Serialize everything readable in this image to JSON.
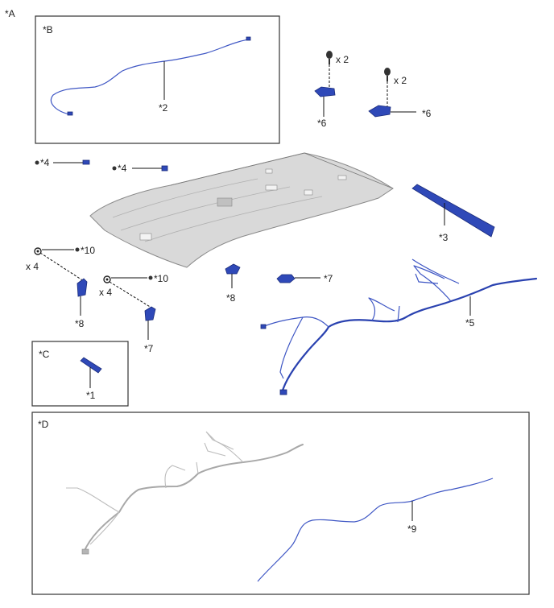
{
  "labels": {
    "A": "*A",
    "B": "*B",
    "C": "*C",
    "D": "*D",
    "c1": "*1",
    "c2": "*2",
    "c3": "*3",
    "c4": "*4",
    "c5": "*5",
    "c6": "*6",
    "c7": "*7",
    "c8": "*8",
    "c9": "*9",
    "c10": "*10",
    "x2": "x 2",
    "x4": "x 4"
  },
  "colors": {
    "part_blue": "#2f49b8",
    "headliner_grey": "#d9d9d9",
    "wire_grey": "#a8a8a8",
    "line": "#111111"
  }
}
